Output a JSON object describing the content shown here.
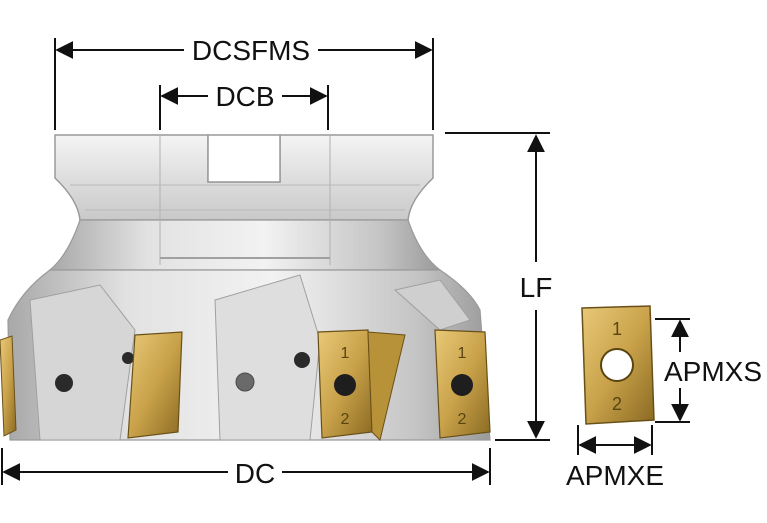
{
  "dimensions": {
    "dcsfms": "DCSFMS",
    "dcb": "DCB",
    "lf": "LF",
    "dc": "DC",
    "apmxs": "APMXS",
    "apmxe": "APMXE"
  },
  "insert": {
    "edge_mark_top": "1",
    "edge_mark_bottom": "2"
  },
  "colors": {
    "steel_light": "#e6e6e6",
    "steel_mid": "#bdbdbd",
    "steel_dark": "#8c8c8c",
    "insert_gold": "#c9a24a",
    "insert_gold_dark": "#8a6a22",
    "dimension_line": "#111111"
  }
}
